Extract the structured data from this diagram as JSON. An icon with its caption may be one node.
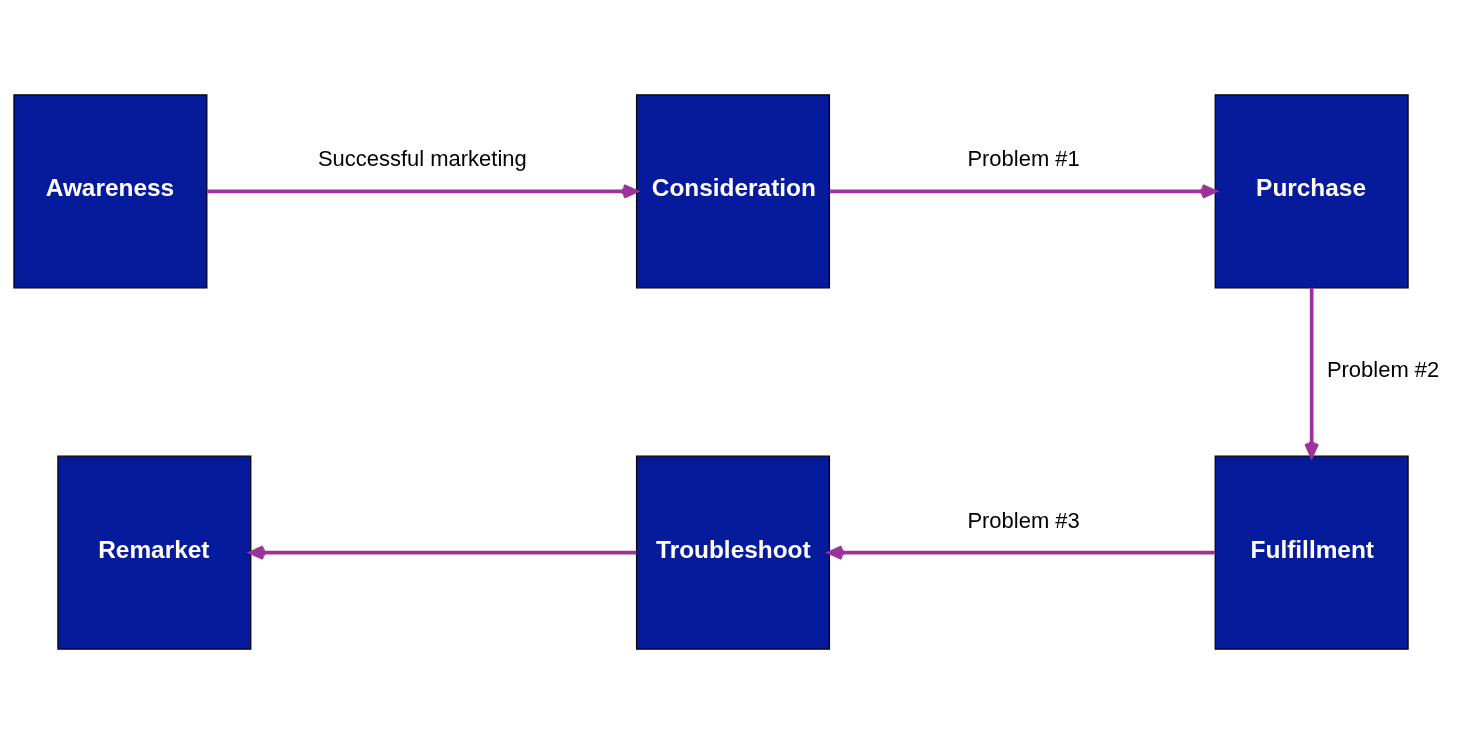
{
  "diagram": {
    "nodes": [
      {
        "text": [
          "Awareness"
        ]
      },
      {
        "text": [
          "Consideration"
        ]
      },
      {
        "text": [
          "Purchase"
        ]
      },
      {
        "text": [
          "Fulfillment"
        ]
      },
      {
        "text": [
          "Troubleshoot"
        ]
      },
      {
        "text": [
          "Remarket"
        ]
      }
    ],
    "edges": [
      {
        "from": 0,
        "to": 1,
        "arrow": "to",
        "label": "Successful marketing"
      },
      {
        "from": 1,
        "to": 2,
        "arrow": "to",
        "label": "Problem #1"
      },
      {
        "from": 2,
        "to": 3,
        "arrow": "to",
        "label": "Problem #2"
      },
      {
        "from": 3,
        "to": 4,
        "arrow": "to",
        "label": "Problem #3"
      },
      {
        "from": 4,
        "to": 5,
        "arrow": "to"
      }
    ]
  }
}
